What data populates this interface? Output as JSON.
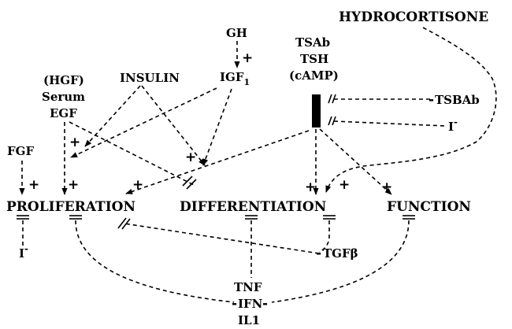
{
  "nodes": {
    "hydrocortisone": "HYDROCORTISONE",
    "gh": "GH",
    "igf_base": "IGF",
    "igf_sub": "1",
    "tsab": "TSAb",
    "tsh": "TSH",
    "camp": "(cAMP)",
    "hgf": "(HGF)",
    "serum": "Serum",
    "egf": "EGF",
    "insulin": "INSULIN",
    "tsbab": "TSBAb",
    "iodide_right": "I",
    "iodide_right_sup": "-",
    "fgf": "FGF",
    "proliferation": "PROLIFERATION",
    "differentiation": "DIFFERENTIATION",
    "function": "FUNCTION",
    "iodide_left": "I",
    "iodide_left_sup": "-",
    "tgfb": "TGFβ",
    "tnf": "TNF",
    "ifn": "IFN",
    "il1": "IL1"
  },
  "signs": {
    "plus": "+",
    "minus": "-"
  },
  "colors": {
    "ink": "#000000",
    "background": "#ffffff"
  }
}
